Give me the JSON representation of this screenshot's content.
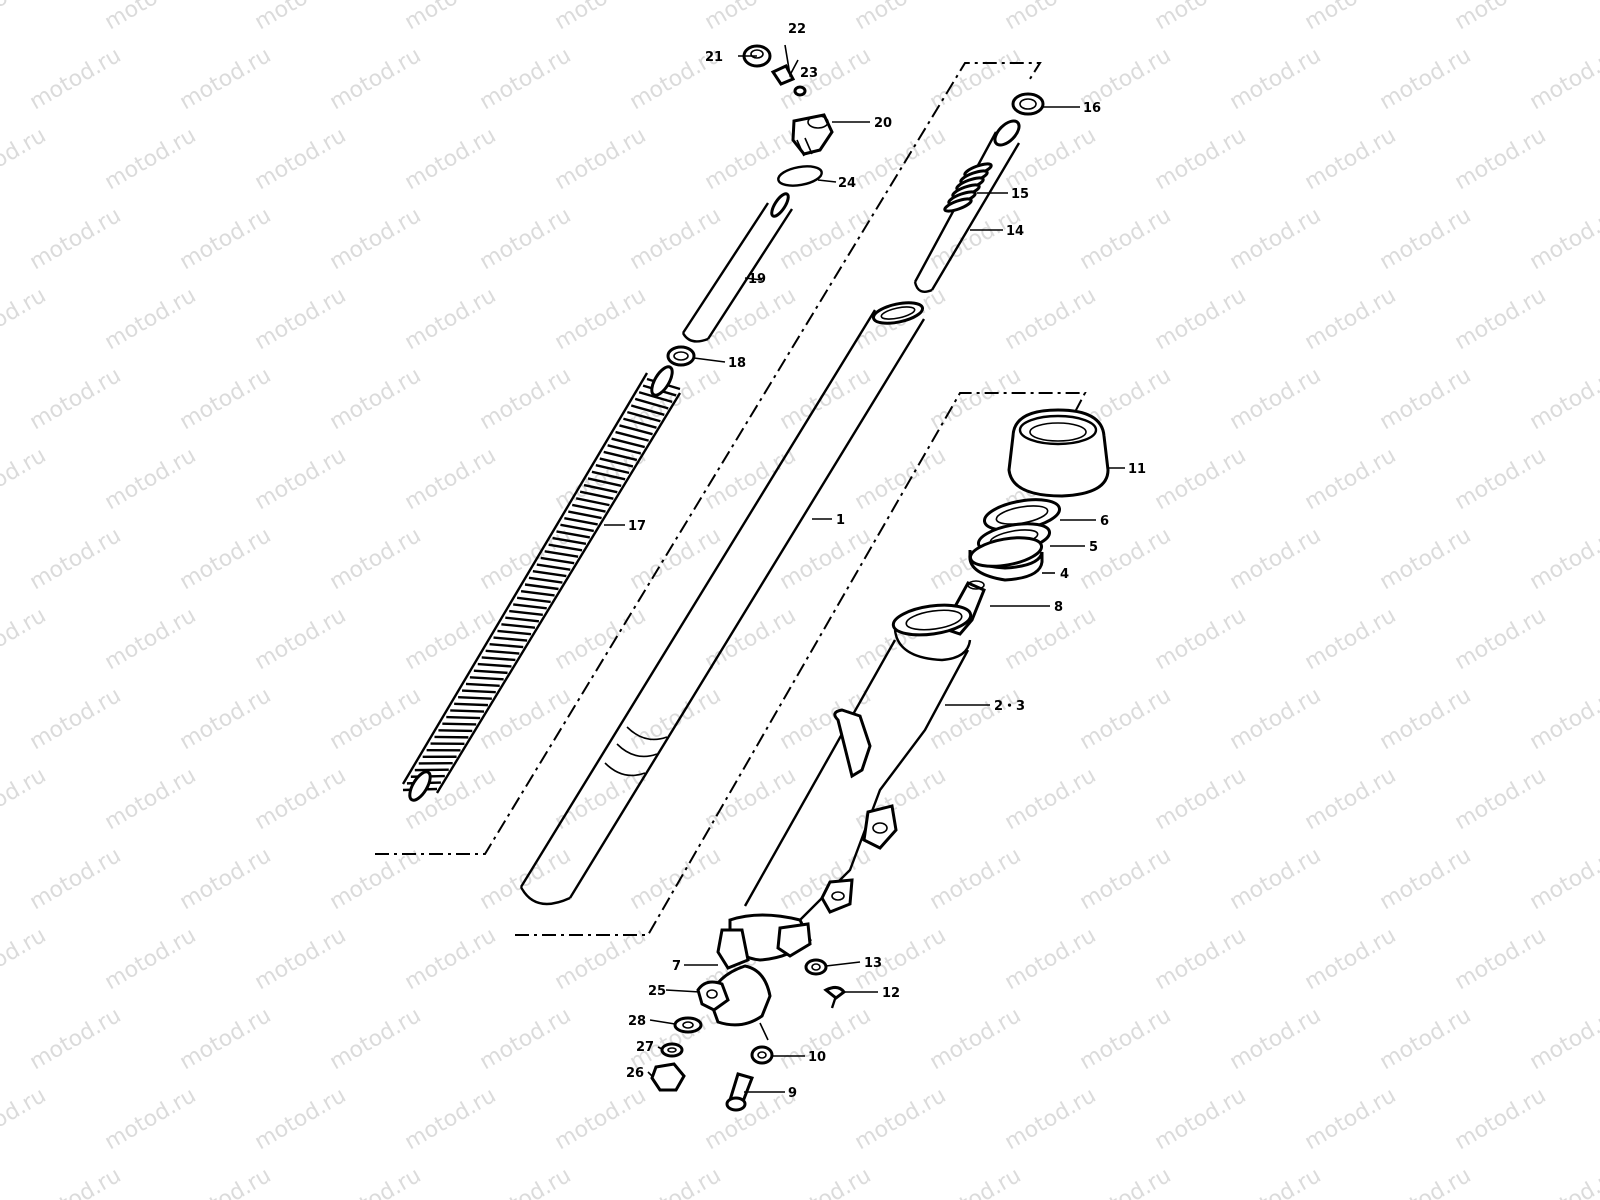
{
  "watermark": {
    "text": "motod.ru"
  },
  "labels": {
    "l1": "1",
    "l23": "2・3",
    "l4": "4",
    "l5": "5",
    "l6": "6",
    "l7": "7",
    "l8": "8",
    "l9": "9",
    "l10": "10",
    "l11": "11",
    "l12": "12",
    "l13": "13",
    "l14": "14",
    "l15": "15",
    "l16": "16",
    "l17": "17",
    "l18": "18",
    "l19": "19",
    "l20": "20",
    "l21": "21",
    "l22": "22",
    "l23b": "23",
    "l24": "24",
    "l25": "25",
    "l26": "26",
    "l27": "27",
    "l28": "28"
  }
}
